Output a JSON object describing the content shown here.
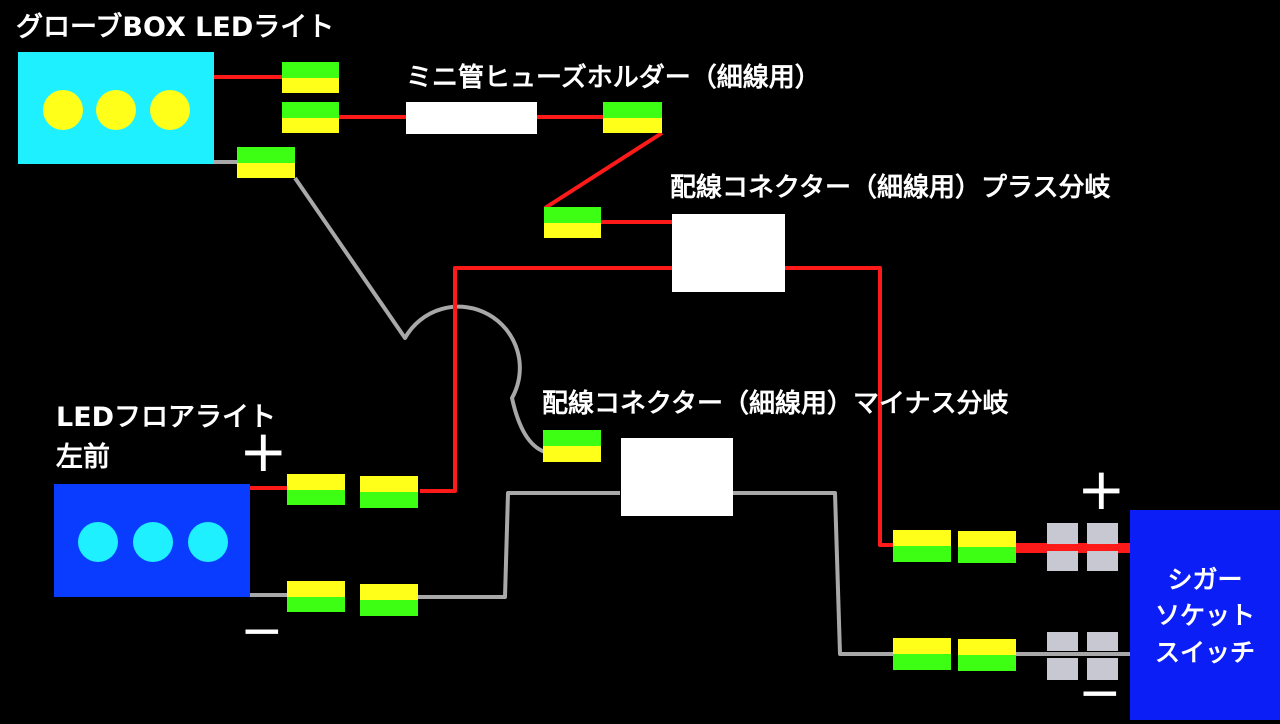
{
  "labels": {
    "glovebox_light": "グローブBOX LEDライト",
    "mini_fuse_holder": "ミニ管ヒューズホルダー（細線用）",
    "plus_connector": "配線コネクター（細線用）プラス分岐",
    "minus_connector": "配線コネクター（細線用）マイナス分岐",
    "floor_light_line1": "LEDフロアライト",
    "floor_light_line2": "左前",
    "socket_line1": "シガー",
    "socket_line2": "ソケット",
    "socket_line3": "スイッチ"
  },
  "symbols": {
    "floor_plus": "+",
    "floor_minus": "−",
    "socket_plus": "+",
    "socket_minus": "−"
  },
  "colors": {
    "background": "#000000",
    "glovebox_light": "#1ff0ff",
    "floor_light": "#0a3cff",
    "socket_switch": "#0a1ef5",
    "led_yellow": "#ffff1a",
    "led_cyan": "#1ff0ff",
    "plus_wire": "#ff1a1a",
    "minus_wire": "#a8a8a8",
    "connector_yellow": "#ffff1a",
    "connector_green": "#3cff14",
    "terminal_gray": "#c8c8d2"
  }
}
